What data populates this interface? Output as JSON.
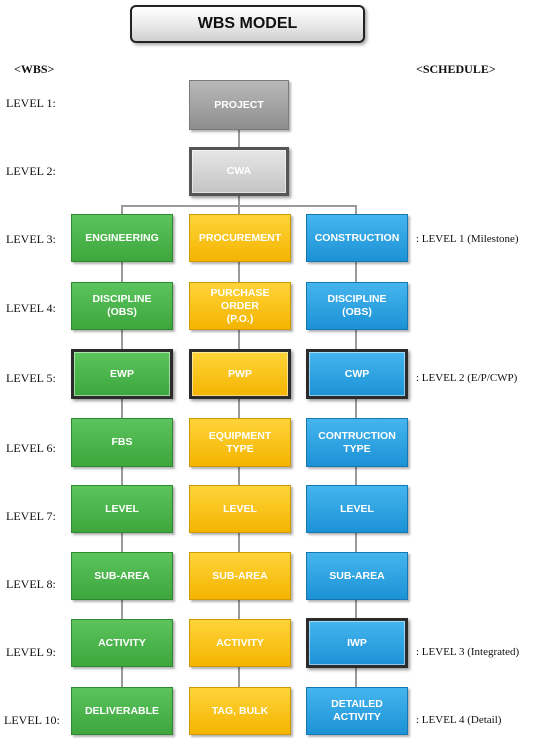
{
  "title": "WBS MODEL",
  "headings": {
    "wbs": "<WBS>",
    "schedule": "<SCHEDULE>"
  },
  "levels": [
    "LEVEL 1:",
    "LEVEL 2:",
    "LEVEL 3:",
    "LEVEL 4:",
    "LEVEL 5:",
    "LEVEL 6:",
    "LEVEL 7:",
    "LEVEL 8:",
    "LEVEL 9:",
    "LEVEL 10:"
  ],
  "nodes": {
    "project": "PROJECT",
    "cwa": "CWA",
    "engineering": [
      "ENGINEERING",
      "DISCIPLINE\n(OBS)",
      "EWP",
      "FBS",
      "LEVEL",
      "SUB-AREA",
      "ACTIVITY",
      "DELIVERABLE"
    ],
    "procurement": [
      "PROCUREMENT",
      "PURCHASE\nORDER\n(P.O.)",
      "PWP",
      "EQUIPMENT\nTYPE",
      "LEVEL",
      "SUB-AREA",
      "ACTIVITY",
      "TAG, BULK"
    ],
    "construction": [
      "CONSTRUCTION",
      "DISCIPLINE\n(OBS)",
      "CWP",
      "CONTRUCTION\nTYPE",
      "LEVEL",
      "SUB-AREA",
      "IWP",
      "DETAILED\nACTIVITY"
    ]
  },
  "schedule_levels": [
    ": LEVEL  1 (Milestone)",
    ": LEVEL  2 (E/P/CWP)",
    ": LEVEL  3 (Integrated)",
    ": LEVEL  4 (Detail)"
  ],
  "colors": {
    "engineering": "#3da63d",
    "procurement": "#f4b400",
    "construction": "#1c92d6",
    "project": "#8e8e8e",
    "cwa": "#c4c4c4"
  }
}
